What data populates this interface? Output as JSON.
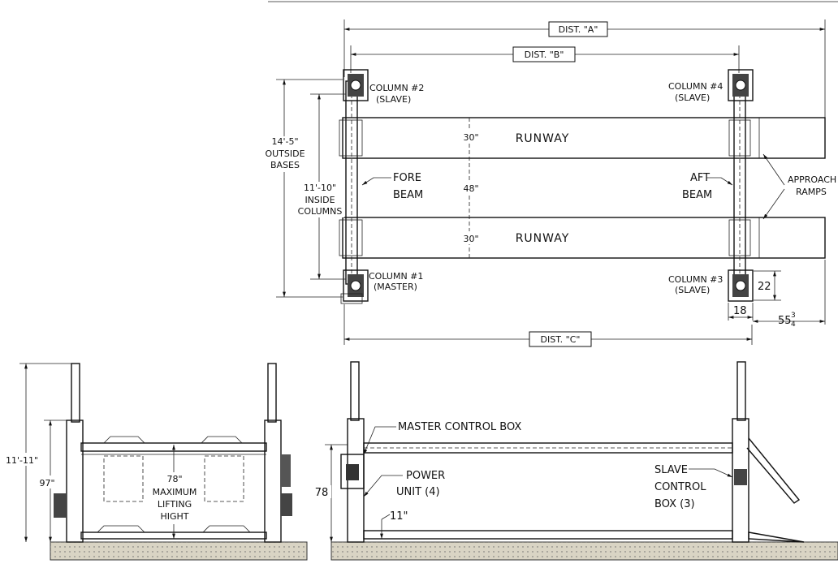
{
  "dimensions": {
    "dist_a": "DIST. \"A\"",
    "dist_b": "DIST. \"B\"",
    "dist_c": "DIST. \"C\"",
    "outside_bases_value": "14'-5\"",
    "outside_bases_l1": "OUTSIDE",
    "outside_bases_l2": "BASES",
    "inside_columns_value": "11'-10\"",
    "inside_columns_l1": "INSIDE",
    "inside_columns_l2": "COLUMNS",
    "runway_width_top": "30\"",
    "runway_gap": "48\"",
    "runway_width_bottom": "30\"",
    "col_depth": "22",
    "col_width": "18",
    "ramp_offset": "55",
    "ramp_offset_frac_num": "3",
    "ramp_offset_frac_den": "4",
    "overall_height": "11'-11\"",
    "column_height": "97\"",
    "lift_height": "78\"",
    "lift_l1": "MAXIMUM",
    "lift_l2": "LIFTING",
    "lift_l3": "HIGHT",
    "side_height": "78",
    "clearance": "11\""
  },
  "labels": {
    "runway_top": "RUNWAY",
    "runway_bottom": "RUNWAY",
    "col2_l1": "COLUMN #2",
    "col2_l2": "(SLAVE)",
    "col4_l1": "COLUMN #4",
    "col4_l2": "(SLAVE)",
    "col1_l1": "COLUMN #1",
    "col1_l2": "(MASTER)",
    "col3_l1": "COLUMN #3",
    "col3_l2": "(SLAVE)",
    "fore_l1": "FORE",
    "fore_l2": "BEAM",
    "aft_l1": "AFT",
    "aft_l2": "BEAM",
    "ramps_l1": "APPROACH",
    "ramps_l2": "RAMPS",
    "master_box": "MASTER CONTROL BOX",
    "power_l1": "POWER",
    "power_l2": "UNIT (4)",
    "slave_l1": "SLAVE",
    "slave_l2": "CONTROL",
    "slave_l3": "BOX (3)"
  }
}
